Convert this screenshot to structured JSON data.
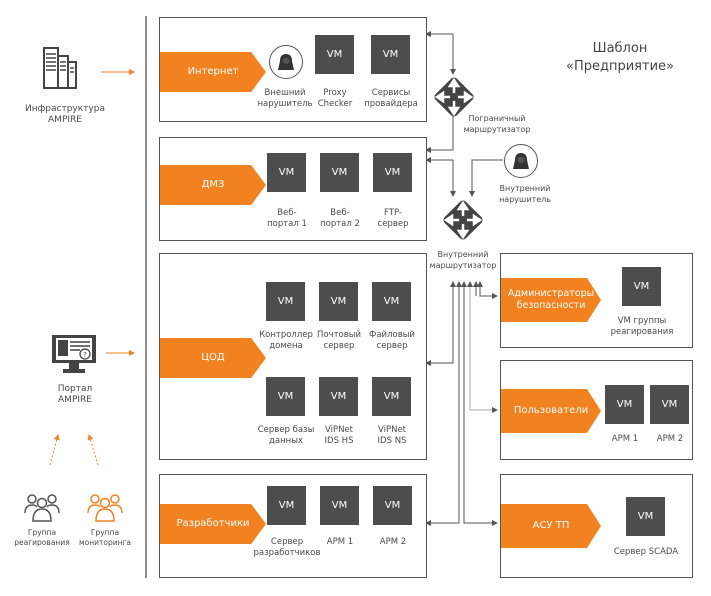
{
  "title": {
    "line1": "Шаблон",
    "line2": "«Предприятие»"
  },
  "left": {
    "infra": {
      "line1": "Инфраструктура",
      "line2": "AMPIRE"
    },
    "portal": {
      "line1": "Портал",
      "line2": "AMPIRE"
    },
    "groups": [
      {
        "line1": "Группа",
        "line2": "реагирования",
        "color": "#555555"
      },
      {
        "line1": "Группа",
        "line2": "мониторинга",
        "color": "#f28120"
      }
    ]
  },
  "colors": {
    "accent": "#f28120",
    "vm": "#4d4d4d",
    "line": "#555555"
  },
  "vm_label": "VM",
  "zones": {
    "internet": {
      "label": "Интернет",
      "attacker": {
        "line1": "Внешний",
        "line2": "нарушитель"
      },
      "vms": [
        {
          "line1": "Proxy",
          "line2": "Checker"
        },
        {
          "line1": "Сервисы",
          "line2": "провайдера"
        }
      ]
    },
    "dmz": {
      "label": "ДМЗ",
      "vms": [
        {
          "line1": "Веб-",
          "line2": "портал 1"
        },
        {
          "line1": "Веб-",
          "line2": "портал 2"
        },
        {
          "line1": "FTP-",
          "line2": "сервер"
        }
      ]
    },
    "dc": {
      "label": "ЦОД",
      "vms": [
        {
          "line1": "Контроллер",
          "line2": "домена"
        },
        {
          "line1": "Почтовый",
          "line2": "сервер"
        },
        {
          "line1": "Файловый",
          "line2": "сервер"
        },
        {
          "line1": "Сервер базы",
          "line2": "данных"
        },
        {
          "line1": "ViPNet",
          "line2": "IDS HS"
        },
        {
          "line1": "ViPNet",
          "line2": "IDS NS"
        }
      ]
    },
    "dev": {
      "label": "Разработчики",
      "vms": [
        {
          "line1": "Сервер",
          "line2": "разработчиков"
        },
        {
          "line1": "АРМ 1",
          "line2": ""
        },
        {
          "line1": "АРМ  2",
          "line2": ""
        }
      ]
    },
    "secadmins": {
      "line1": "Администраторы",
      "line2": "безопасности",
      "vms": [
        {
          "line1": "VM группы",
          "line2": "реагирования"
        }
      ]
    },
    "users": {
      "label": "Пользователи",
      "vms": [
        {
          "line1": "АРМ 1",
          "line2": ""
        },
        {
          "line1": "АРМ 2",
          "line2": ""
        }
      ]
    },
    "ics": {
      "label": "АСУ ТП",
      "vms": [
        {
          "line1": "Сервер SCADA",
          "line2": ""
        }
      ]
    }
  },
  "routers": {
    "border": {
      "line1": "Пограничный",
      "line2": "маршрутизатор"
    },
    "internal": {
      "line1": "Внутренний",
      "line2": "маршрутизатор"
    }
  },
  "internal_attacker": {
    "line1": "Внутренний",
    "line2": "нарушитель"
  }
}
